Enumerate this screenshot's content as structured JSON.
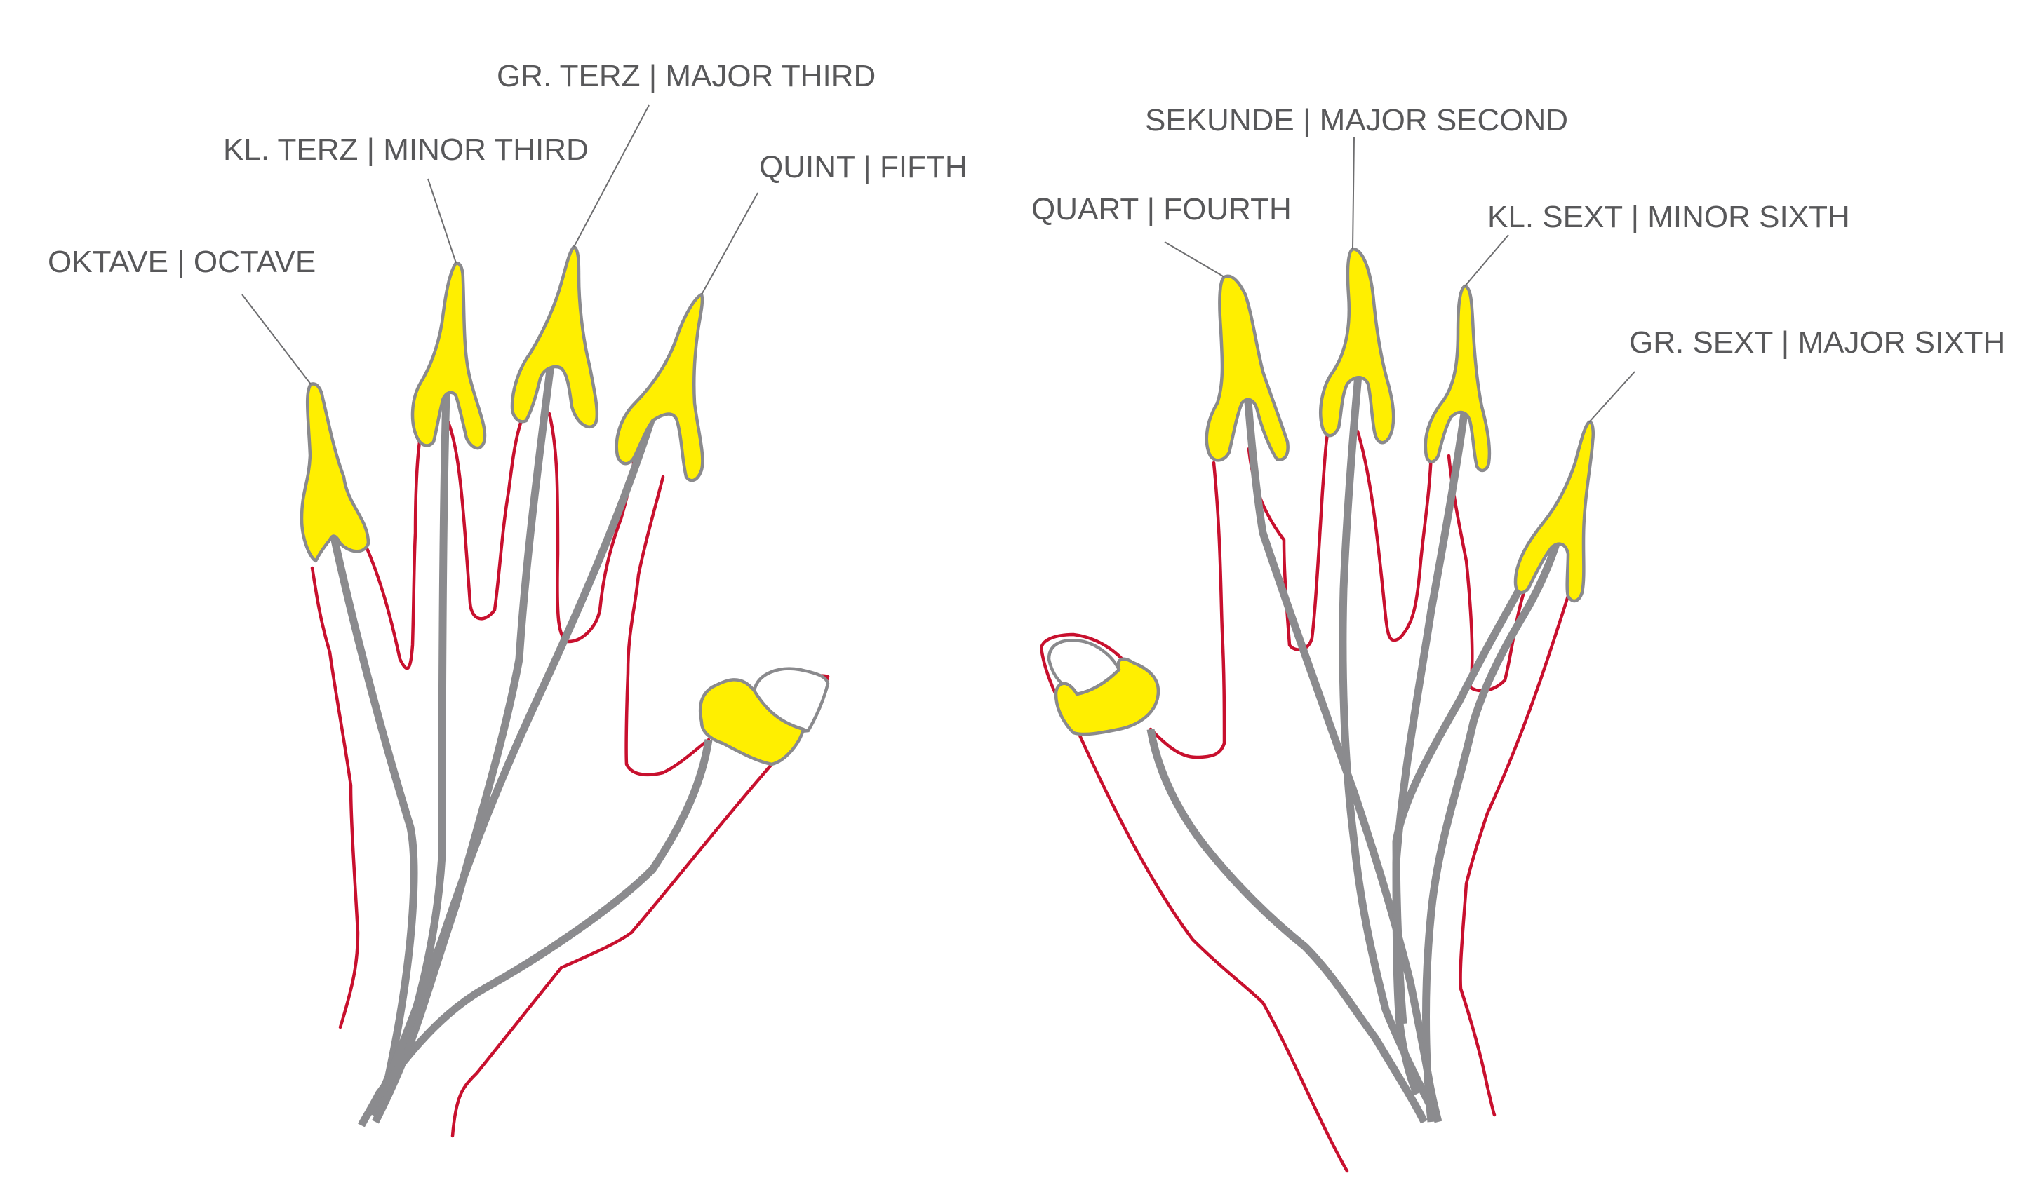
{
  "colors": {
    "tip_fill": "#ffef00",
    "outline": "#c8102e",
    "tendon": "#8b8b8e",
    "label_text": "#58585a"
  },
  "left_hand": {
    "labels": {
      "octave": "OKTAVE | OCTAVE",
      "minor_third": "KL. TERZ | MINOR THIRD",
      "major_third": "GR. TERZ | MAJOR THIRD",
      "fifth": "QUINT  | FIFTH"
    }
  },
  "right_hand": {
    "labels": {
      "fourth": "QUART | FOURTH",
      "major_second": "SEKUNDE | MAJOR SECOND",
      "minor_sixth": "KL. SEXT | MINOR SIXTH",
      "major_sixth": "GR. SEXT  | MAJOR SIXTH"
    }
  }
}
